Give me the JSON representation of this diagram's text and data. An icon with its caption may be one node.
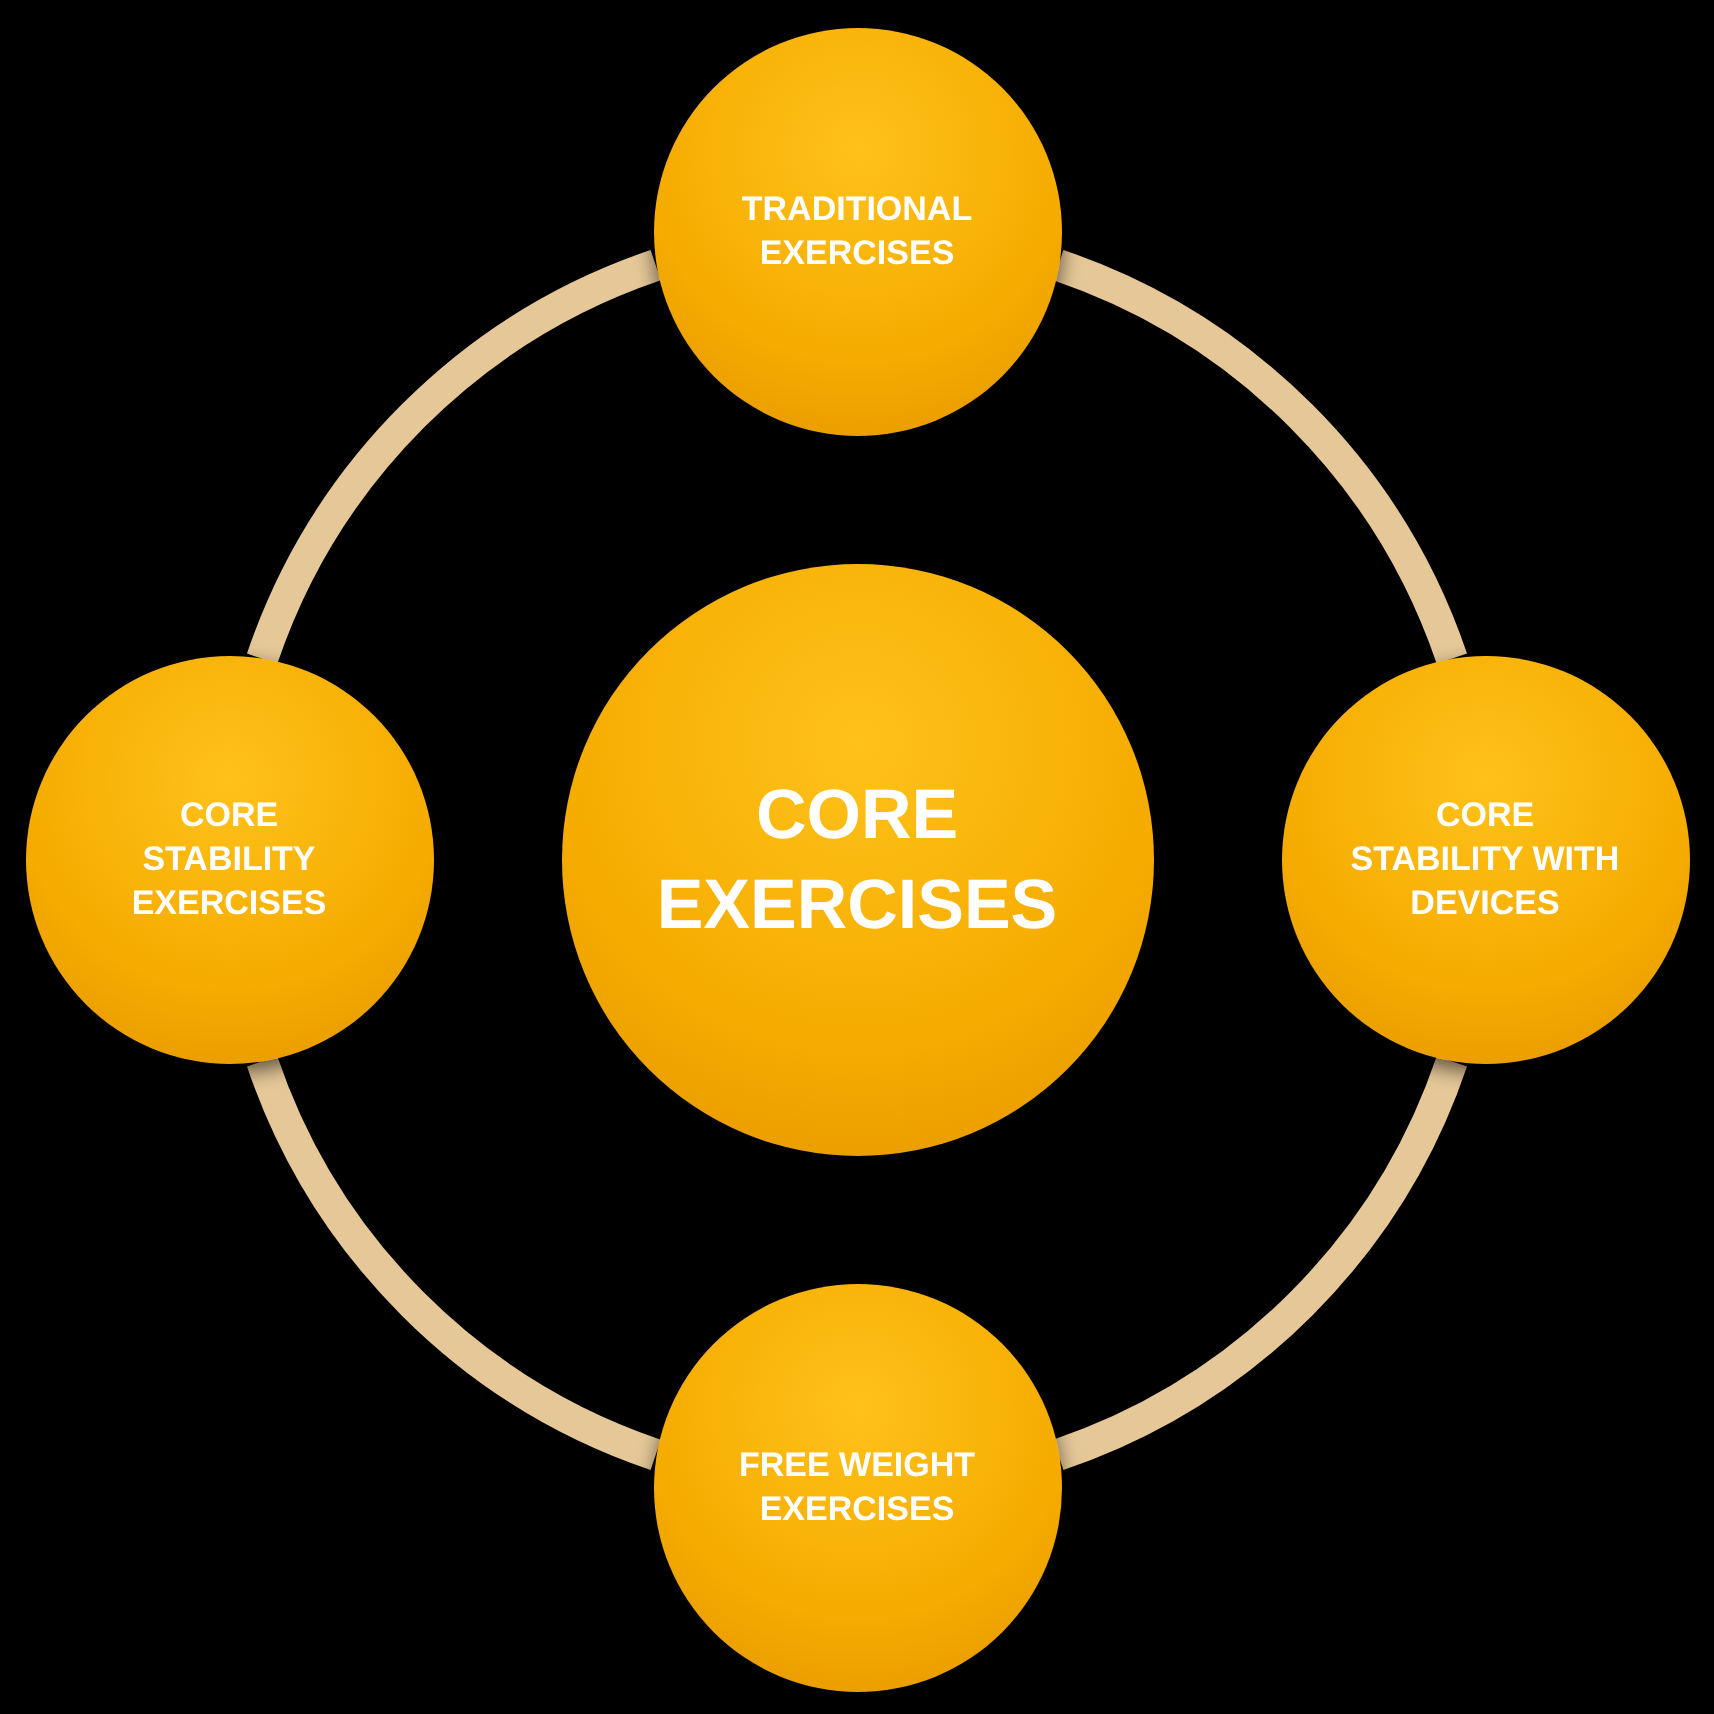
{
  "diagram": {
    "nodes": [
      {
        "text": [
          "CORE EXERCISES"
        ]
      },
      {
        "text": [
          "TRADITIONAL EXERCISES"
        ]
      },
      {
        "text": [
          "CORE STABILITY WITH DEVICES"
        ]
      },
      {
        "text": [
          "FREE WEIGHT EXERCISES"
        ]
      },
      {
        "text": [
          "CORE STABILITY EXERCISES"
        ]
      }
    ],
    "edges": [
      {
        "from": 1,
        "to": 2,
        "arrow": "none"
      },
      {
        "from": 2,
        "to": 3,
        "arrow": "none"
      },
      {
        "from": 3,
        "to": 4,
        "arrow": "none"
      },
      {
        "from": 4,
        "to": 1,
        "arrow": "none"
      }
    ]
  }
}
